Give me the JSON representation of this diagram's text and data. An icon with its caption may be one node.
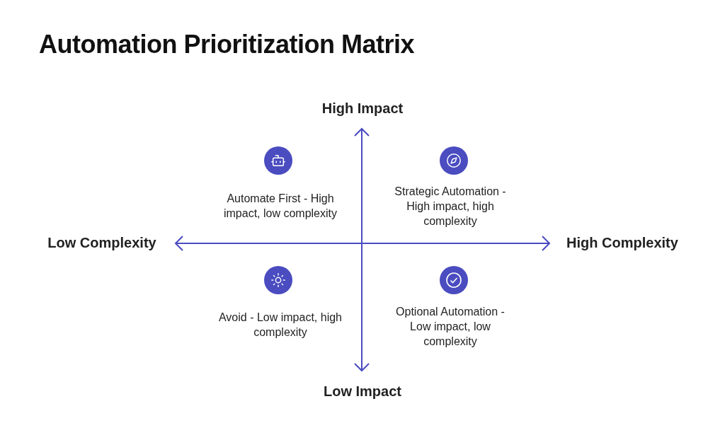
{
  "diagram": {
    "title": "Automation Prioritization Matrix",
    "labels": [
      "High Impact",
      "Automate First - High impact, low complexity",
      "Strategic Automation - High impact, high complexity",
      "Low Complexity",
      "High Complexity",
      "Avoid - Low impact, high complexity",
      "Optional Automation - Low impact, low complexity",
      "Low Impact"
    ]
  }
}
